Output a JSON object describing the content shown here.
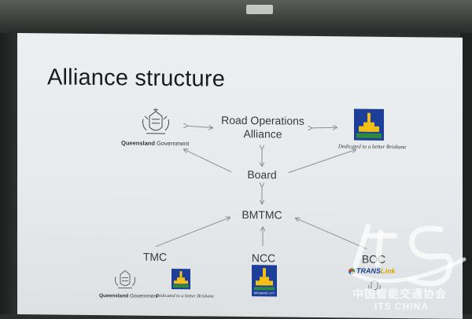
{
  "slide": {
    "title": "Alliance structure",
    "nodes": {
      "alliance": "Road Operations\nAlliance",
      "board": "Board",
      "bmtmc": "BMTMC",
      "tmc": "TMC",
      "ncc": "NCC",
      "boc": "BOC"
    },
    "logos": {
      "qld_brand": "Queensland",
      "qld_suffix": " Government",
      "bcc_tagline": "Dedicated to a better Brisbane",
      "bcc_label": "BRISBANE CITY",
      "translink_trans": "TRANS",
      "translink_link": "Link"
    }
  },
  "watermark": {
    "cn": "中国智能交通协会",
    "en": "ITS CHINA"
  },
  "colors": {
    "slide_bg": "#e9ecee",
    "bcc_blue": "#1d3f9a",
    "bcc_gold": "#f2c014",
    "arrow": "#8a8f94"
  }
}
